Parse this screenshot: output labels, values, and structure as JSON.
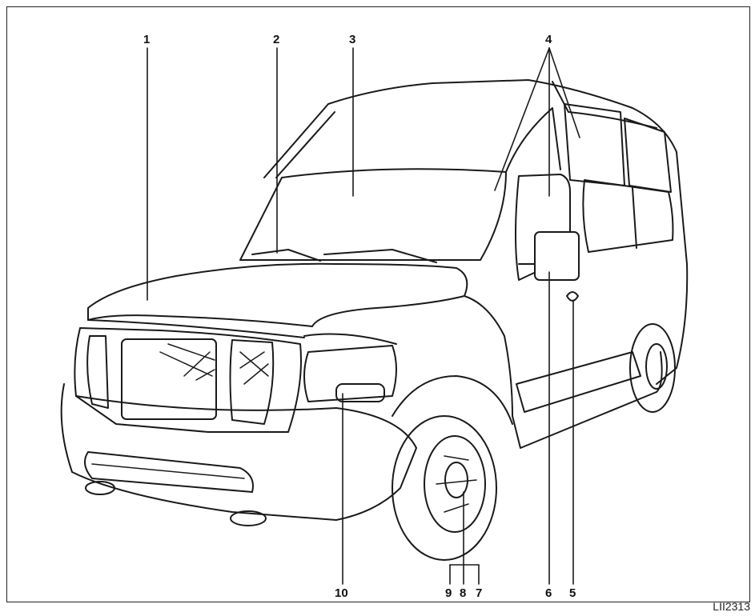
{
  "figure": {
    "reference_code": "LII2313"
  },
  "callouts": {
    "c1": "1",
    "c2": "2",
    "c3": "3",
    "c4": "4",
    "c5": "5",
    "c6": "6",
    "c7": "7",
    "c8": "8",
    "c9": "9",
    "c10": "10"
  },
  "colors": {
    "line": "#1a1a1a",
    "background": "#ffffff"
  }
}
